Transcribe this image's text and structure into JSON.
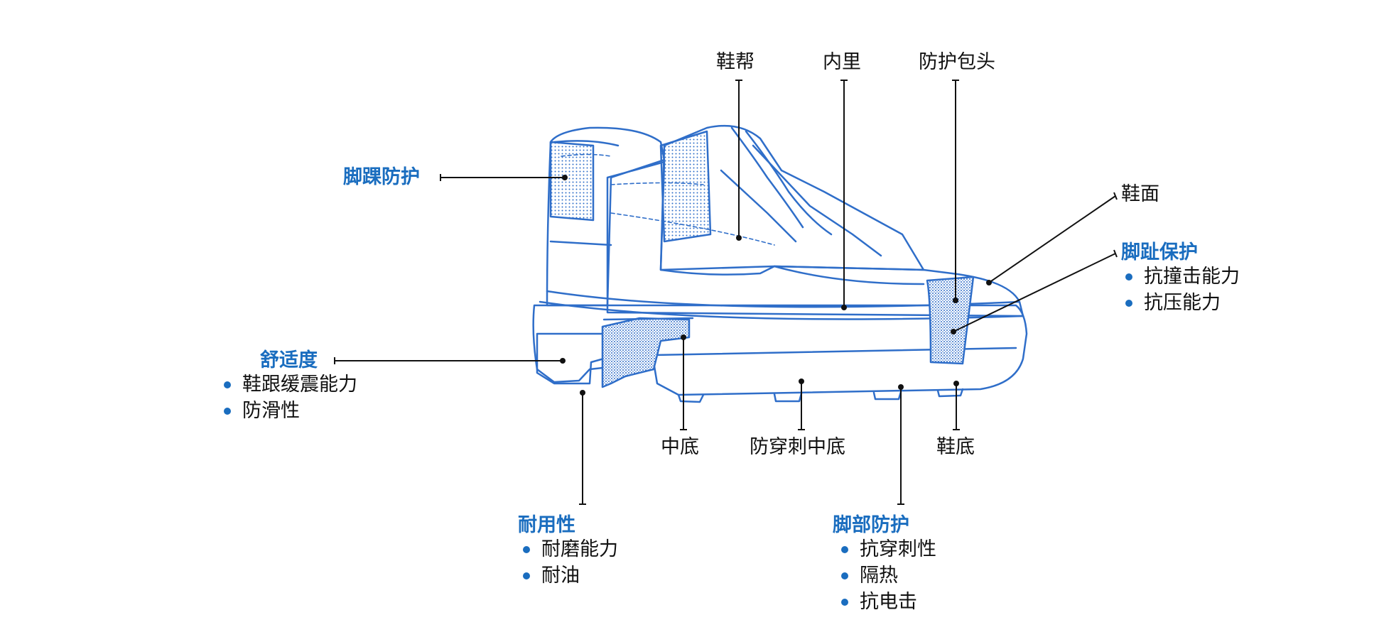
{
  "colors": {
    "boot_outline": "#2f6ec9",
    "accent_blue": "#1a6dbf",
    "leader_line": "#111111",
    "label_text": "#111111"
  },
  "part_labels": {
    "upper": "鞋帮",
    "lining": "内里",
    "toe_cap": "防护包头",
    "vamp": "鞋面",
    "midsole": "中底",
    "puncture_midsole": "防穿刺中底",
    "outsole": "鞋底"
  },
  "feature_groups": {
    "ankle": {
      "title": "脚踝防护",
      "items": []
    },
    "toe": {
      "title": "脚趾保护",
      "items": [
        "抗撞击能力",
        "抗压能力"
      ]
    },
    "comfort": {
      "title": "舒适度",
      "items": [
        "鞋跟缓震能力",
        "防滑性"
      ]
    },
    "durability": {
      "title": "耐用性",
      "items": [
        "耐磨能力",
        "耐油"
      ]
    },
    "foot": {
      "title": "脚部防护",
      "items": [
        "抗穿刺性",
        "隔热",
        "抗电击"
      ]
    }
  }
}
